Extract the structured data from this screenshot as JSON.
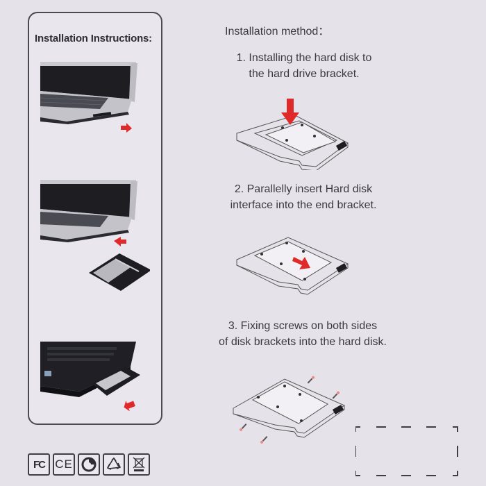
{
  "left_panel": {
    "title": "Installation Instructions:",
    "photos": [
      {
        "name": "laptop-optical-drive-removal",
        "arrow": "right-down"
      },
      {
        "name": "laptop-caddy-insert",
        "arrow": "up-left"
      },
      {
        "name": "laptop-caddy-installed",
        "arrow": "up-left"
      }
    ]
  },
  "right_column": {
    "heading": "Installation method：",
    "steps": [
      {
        "line1": "1. Installing the hard disk to",
        "line2": "the hard drive bracket."
      },
      {
        "line1": "2. Parallelly insert Hard disk",
        "line2": "interface into the end bracket."
      },
      {
        "line1": "3. Fixing screws on both sides",
        "line2": "of disk brackets into the hard disk."
      }
    ]
  },
  "certifications": [
    {
      "label": "FC",
      "icon": "fcc-icon"
    },
    {
      "label": "CE",
      "icon": "ce-icon"
    },
    {
      "label": "",
      "icon": "green-dot-icon"
    },
    {
      "label": "",
      "icon": "recycle-icon"
    },
    {
      "label": "",
      "icon": "weee-bin-icon"
    }
  ],
  "colors": {
    "background": "#e6e2ea",
    "border": "#4a4a4f",
    "arrow_red": "#e02a2a",
    "text": "#3a3a3f"
  }
}
